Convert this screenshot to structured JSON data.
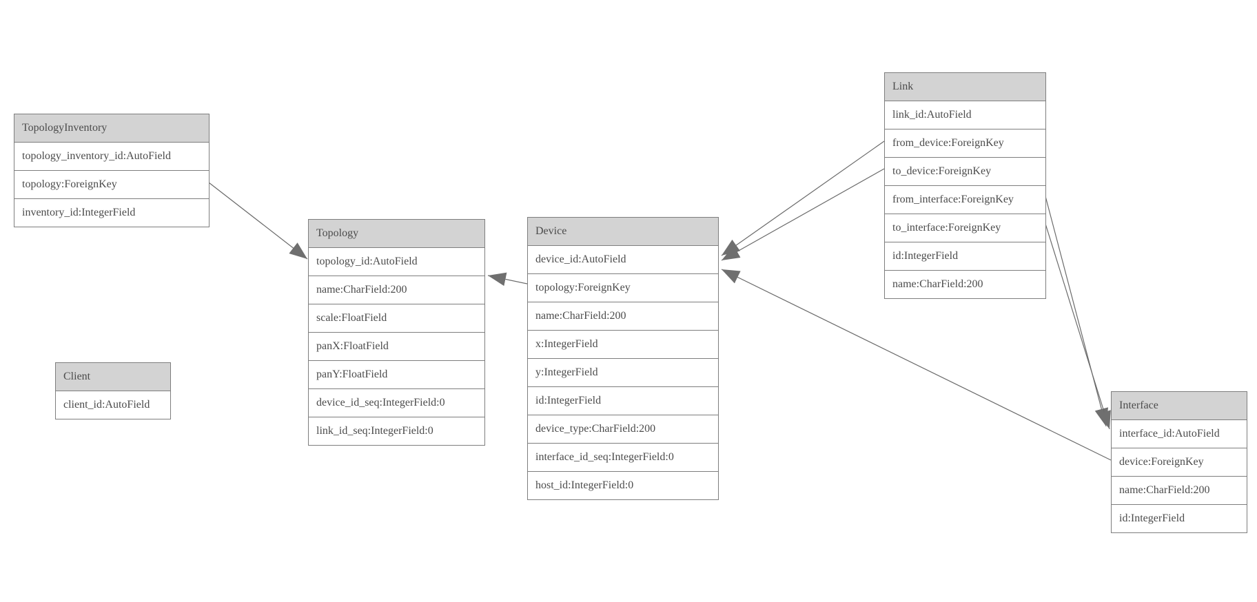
{
  "colors": {
    "background": "#ffffff",
    "header_bg": "#d3d3d3",
    "border": "#7d7d7d",
    "text": "#4b4b4b",
    "edge_line": "#6a6a6a",
    "arrowhead": "#6f6f6f"
  },
  "entities": {
    "topology_inventory": {
      "title": "TopologyInventory",
      "fields": [
        "topology_inventory_id:AutoField",
        "topology:ForeignKey",
        "inventory_id:IntegerField"
      ]
    },
    "topology": {
      "title": "Topology",
      "fields": [
        "topology_id:AutoField",
        "name:CharField:200",
        "scale:FloatField",
        "panX:FloatField",
        "panY:FloatField",
        "device_id_seq:IntegerField:0",
        "link_id_seq:IntegerField:0"
      ]
    },
    "client": {
      "title": "Client",
      "fields": [
        "client_id:AutoField"
      ]
    },
    "device": {
      "title": "Device",
      "fields": [
        "device_id:AutoField",
        "topology:ForeignKey",
        "name:CharField:200",
        "x:IntegerField",
        "y:IntegerField",
        "id:IntegerField",
        "device_type:CharField:200",
        "interface_id_seq:IntegerField:0",
        "host_id:IntegerField:0"
      ]
    },
    "link": {
      "title": "Link",
      "fields": [
        "link_id:AutoField",
        "from_device:ForeignKey",
        "to_device:ForeignKey",
        "from_interface:ForeignKey",
        "to_interface:ForeignKey",
        "id:IntegerField",
        "name:CharField:200"
      ]
    },
    "interface": {
      "title": "Interface",
      "fields": [
        "interface_id:AutoField",
        "device:ForeignKey",
        "name:CharField:200",
        "id:IntegerField"
      ]
    }
  },
  "relationships": [
    {
      "from": "TopologyInventory.topology",
      "to": "Topology.topology_id"
    },
    {
      "from": "Device.topology",
      "to": "Topology.topology_id"
    },
    {
      "from": "Link.from_device",
      "to": "Device.device_id"
    },
    {
      "from": "Link.to_device",
      "to": "Device.device_id"
    },
    {
      "from": "Link.from_interface",
      "to": "Interface.interface_id"
    },
    {
      "from": "Link.to_interface",
      "to": "Interface.interface_id"
    },
    {
      "from": "Interface.device",
      "to": "Device.device_id"
    }
  ]
}
